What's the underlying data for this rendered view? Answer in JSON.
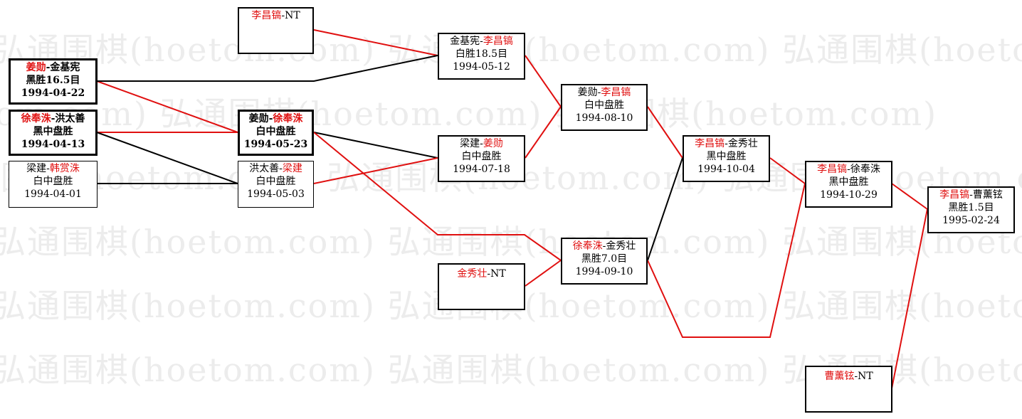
{
  "watermark": "弘通围棋(hoetom.com)",
  "colors": {
    "winner": "#e01010",
    "loser_line": "#000000",
    "winner_line": "#e01010"
  },
  "matches": [
    {
      "id": "m1",
      "p1": "姜勋",
      "p2": "金基宪",
      "winner": 1,
      "result": "黑胜16.5目",
      "date": "1994-04-22"
    },
    {
      "id": "m2",
      "p1": "徐奉洙",
      "p2": "洪太善",
      "winner": 1,
      "result": "黑中盘胜",
      "date": "1994-04-13"
    },
    {
      "id": "m3",
      "p1": "梁建",
      "p2": "韩赏洙",
      "winner": 2,
      "result": "白中盘胜",
      "date": "1994-04-01"
    },
    {
      "id": "m4",
      "p1": "李昌镐",
      "p2": "NT",
      "winner": 1,
      "result": "",
      "date": ""
    },
    {
      "id": "m5",
      "p1": "姜勋",
      "p2": "徐奉洙",
      "winner": 2,
      "result": "白中盘胜",
      "date": "1994-05-23"
    },
    {
      "id": "m6",
      "p1": "洪太善",
      "p2": "梁建",
      "winner": 2,
      "result": "白中盘胜",
      "date": "1994-05-03"
    },
    {
      "id": "m7",
      "p1": "金基宪",
      "p2": "李昌镐",
      "winner": 2,
      "result": "白胜18.5目",
      "date": "1994-05-12"
    },
    {
      "id": "m8",
      "p1": "梁建",
      "p2": "姜勋",
      "winner": 2,
      "result": "白中盘胜",
      "date": "1994-07-18"
    },
    {
      "id": "m9",
      "p1": "金秀壮",
      "p2": "NT",
      "winner": 1,
      "result": "",
      "date": ""
    },
    {
      "id": "m10",
      "p1": "姜勋",
      "p2": "李昌镐",
      "winner": 2,
      "result": "白中盘胜",
      "date": "1994-08-10"
    },
    {
      "id": "m11",
      "p1": "徐奉洙",
      "p2": "金秀壮",
      "winner": 1,
      "result": "黑胜7.0目",
      "date": "1994-09-10"
    },
    {
      "id": "m12",
      "p1": "李昌镐",
      "p2": "金秀壮",
      "winner": 1,
      "result": "黑中盘胜",
      "date": "1994-10-04"
    },
    {
      "id": "m13",
      "p1": "李昌镐",
      "p2": "徐奉洙",
      "winner": 1,
      "result": "黑中盘胜",
      "date": "1994-10-29"
    },
    {
      "id": "m14",
      "p1": "曹薰铉",
      "p2": "NT",
      "winner": 1,
      "result": "",
      "date": ""
    },
    {
      "id": "m15",
      "p1": "李昌镐",
      "p2": "曹薰铉",
      "winner": 1,
      "result": "黑胜1.5目",
      "date": "1995-02-24"
    }
  ]
}
